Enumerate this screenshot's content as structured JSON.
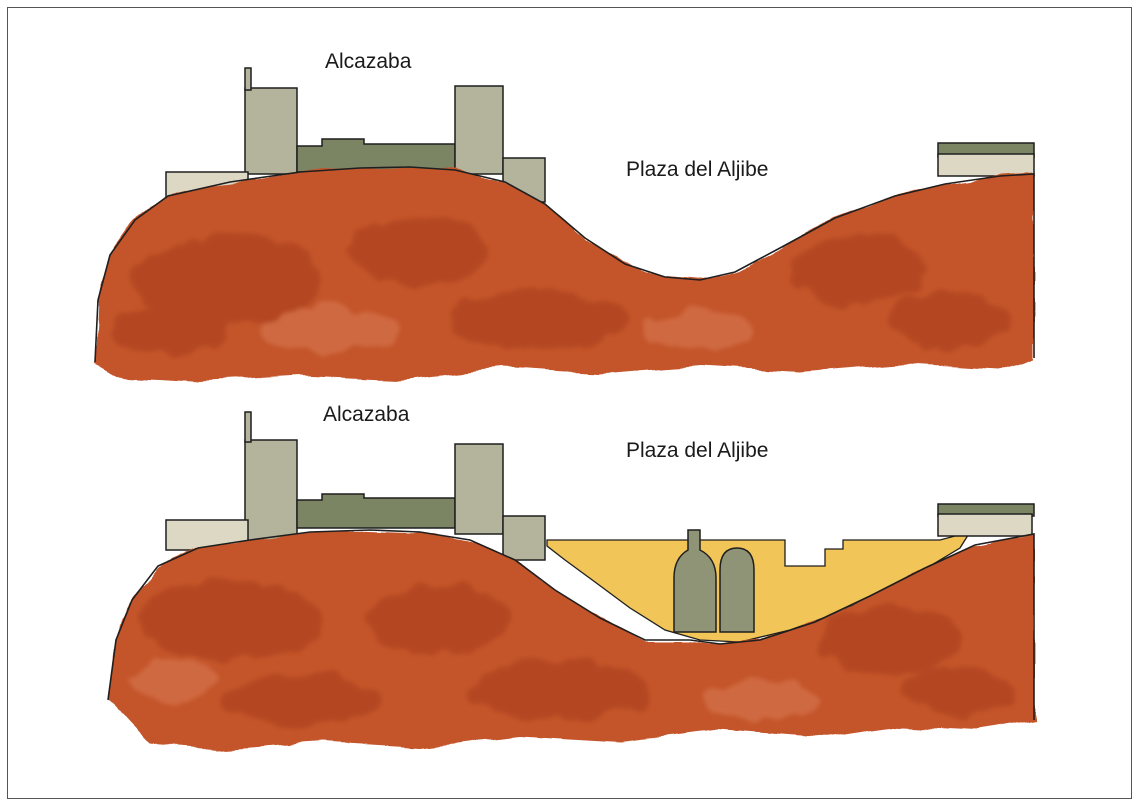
{
  "panels": [
    {
      "id": "before",
      "labels": {
        "castle": "Alcazaba",
        "plaza": "Plaza del Aljibe"
      }
    },
    {
      "id": "after",
      "labels": {
        "castle": "Alcazaba",
        "plaza": "Plaza del Aljibe"
      }
    }
  ],
  "colors": {
    "earth": "#c4542c",
    "earth_dark": "#a83d1c",
    "earth_light": "#d97a55",
    "tower_light": "#b4b39b",
    "tower_pale": "#dcd8c4",
    "wall_dark": "#7b8463",
    "plaza_fill": "#f1c558",
    "cistern": "#8f9476",
    "outline": "#1f1f1f"
  }
}
